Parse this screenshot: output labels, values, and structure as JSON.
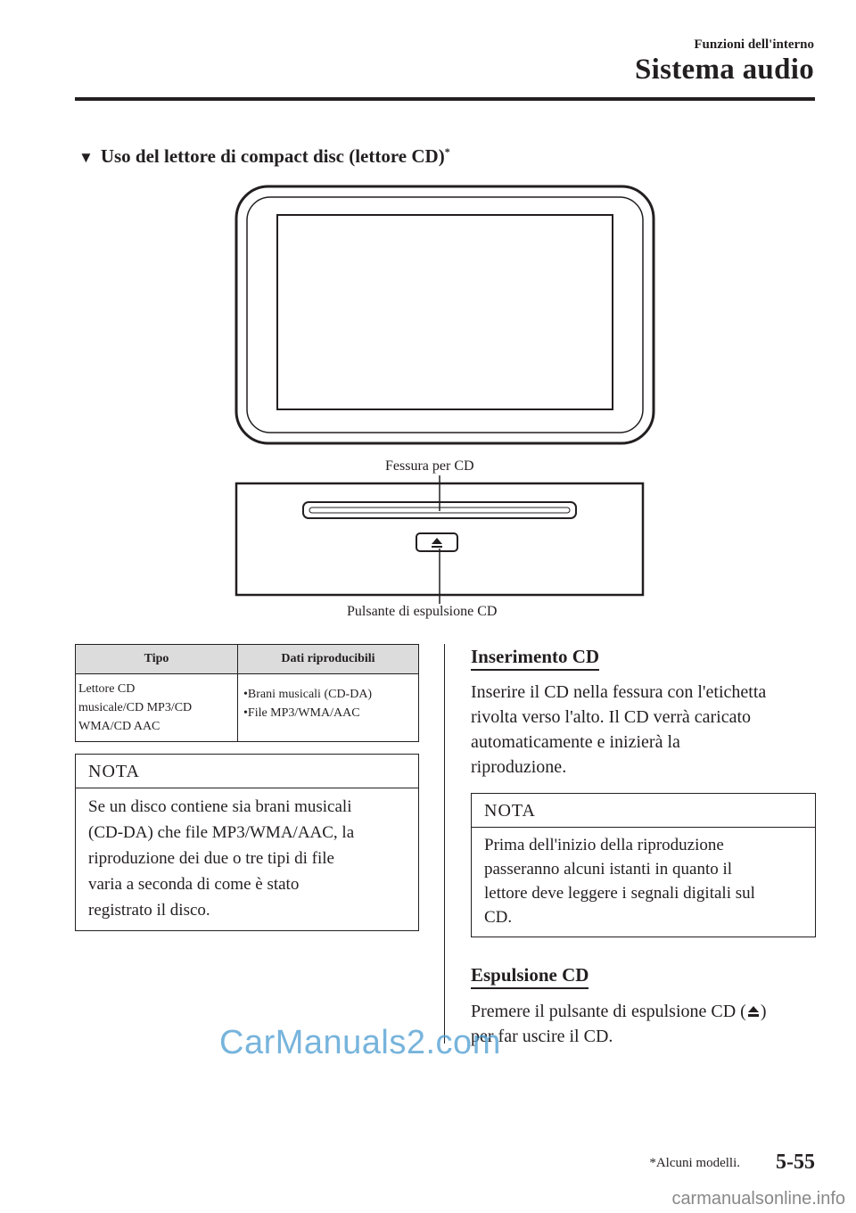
{
  "header": {
    "section_label": "Funzioni dell'interno",
    "title": "Sistema audio"
  },
  "section": {
    "title": "Uso del lettore di compact disc (lettore CD)",
    "asterisk": "*"
  },
  "figure": {
    "slot_label": "Fessura per CD",
    "eject_label": "Pulsante di espulsione CD"
  },
  "table": {
    "headers": [
      "Tipo",
      "Dati riproducibili"
    ],
    "rows": [
      {
        "type_lines": [
          "Lettore CD",
          "musicale/CD MP3/CD",
          "WMA/CD AAC"
        ],
        "data_lines": [
          "•Brani musicali (CD-DA)",
          "•File MP3/WMA/AAC"
        ]
      }
    ]
  },
  "note_left": {
    "heading": "NOTA",
    "lines": [
      "Se un disco contiene sia brani musicali",
      "(CD-DA) che file MP3/WMA/AAC, la",
      "riproduzione dei due o tre tipi di file",
      "varia a seconda di come è stato",
      "registrato il disco."
    ]
  },
  "insert": {
    "heading": "Inserimento CD",
    "lines": [
      "Inserire il CD nella fessura con l'etichetta",
      "rivolta verso l'alto. Il CD verrà caricato",
      "automaticamente e inizierà la",
      "riproduzione."
    ]
  },
  "note_right": {
    "heading": "NOTA",
    "lines": [
      "Prima dell'inizio della riproduzione",
      "passeranno alcuni istanti in quanto il",
      "lettore deve leggere i segnali digitali sul",
      "CD."
    ]
  },
  "eject": {
    "heading": "Espulsione CD",
    "line1_before": "Premere il pulsante di espulsione CD (",
    "line1_after": ")",
    "line2": "per far uscire il CD."
  },
  "footer": {
    "note": "*Alcuni modelli.",
    "page": "5-55",
    "watermark": "CarManuals2.com",
    "site": "carmanualsonline.info"
  },
  "icons": {
    "section_marker": "down-triangle-icon",
    "eject": "eject-icon"
  }
}
